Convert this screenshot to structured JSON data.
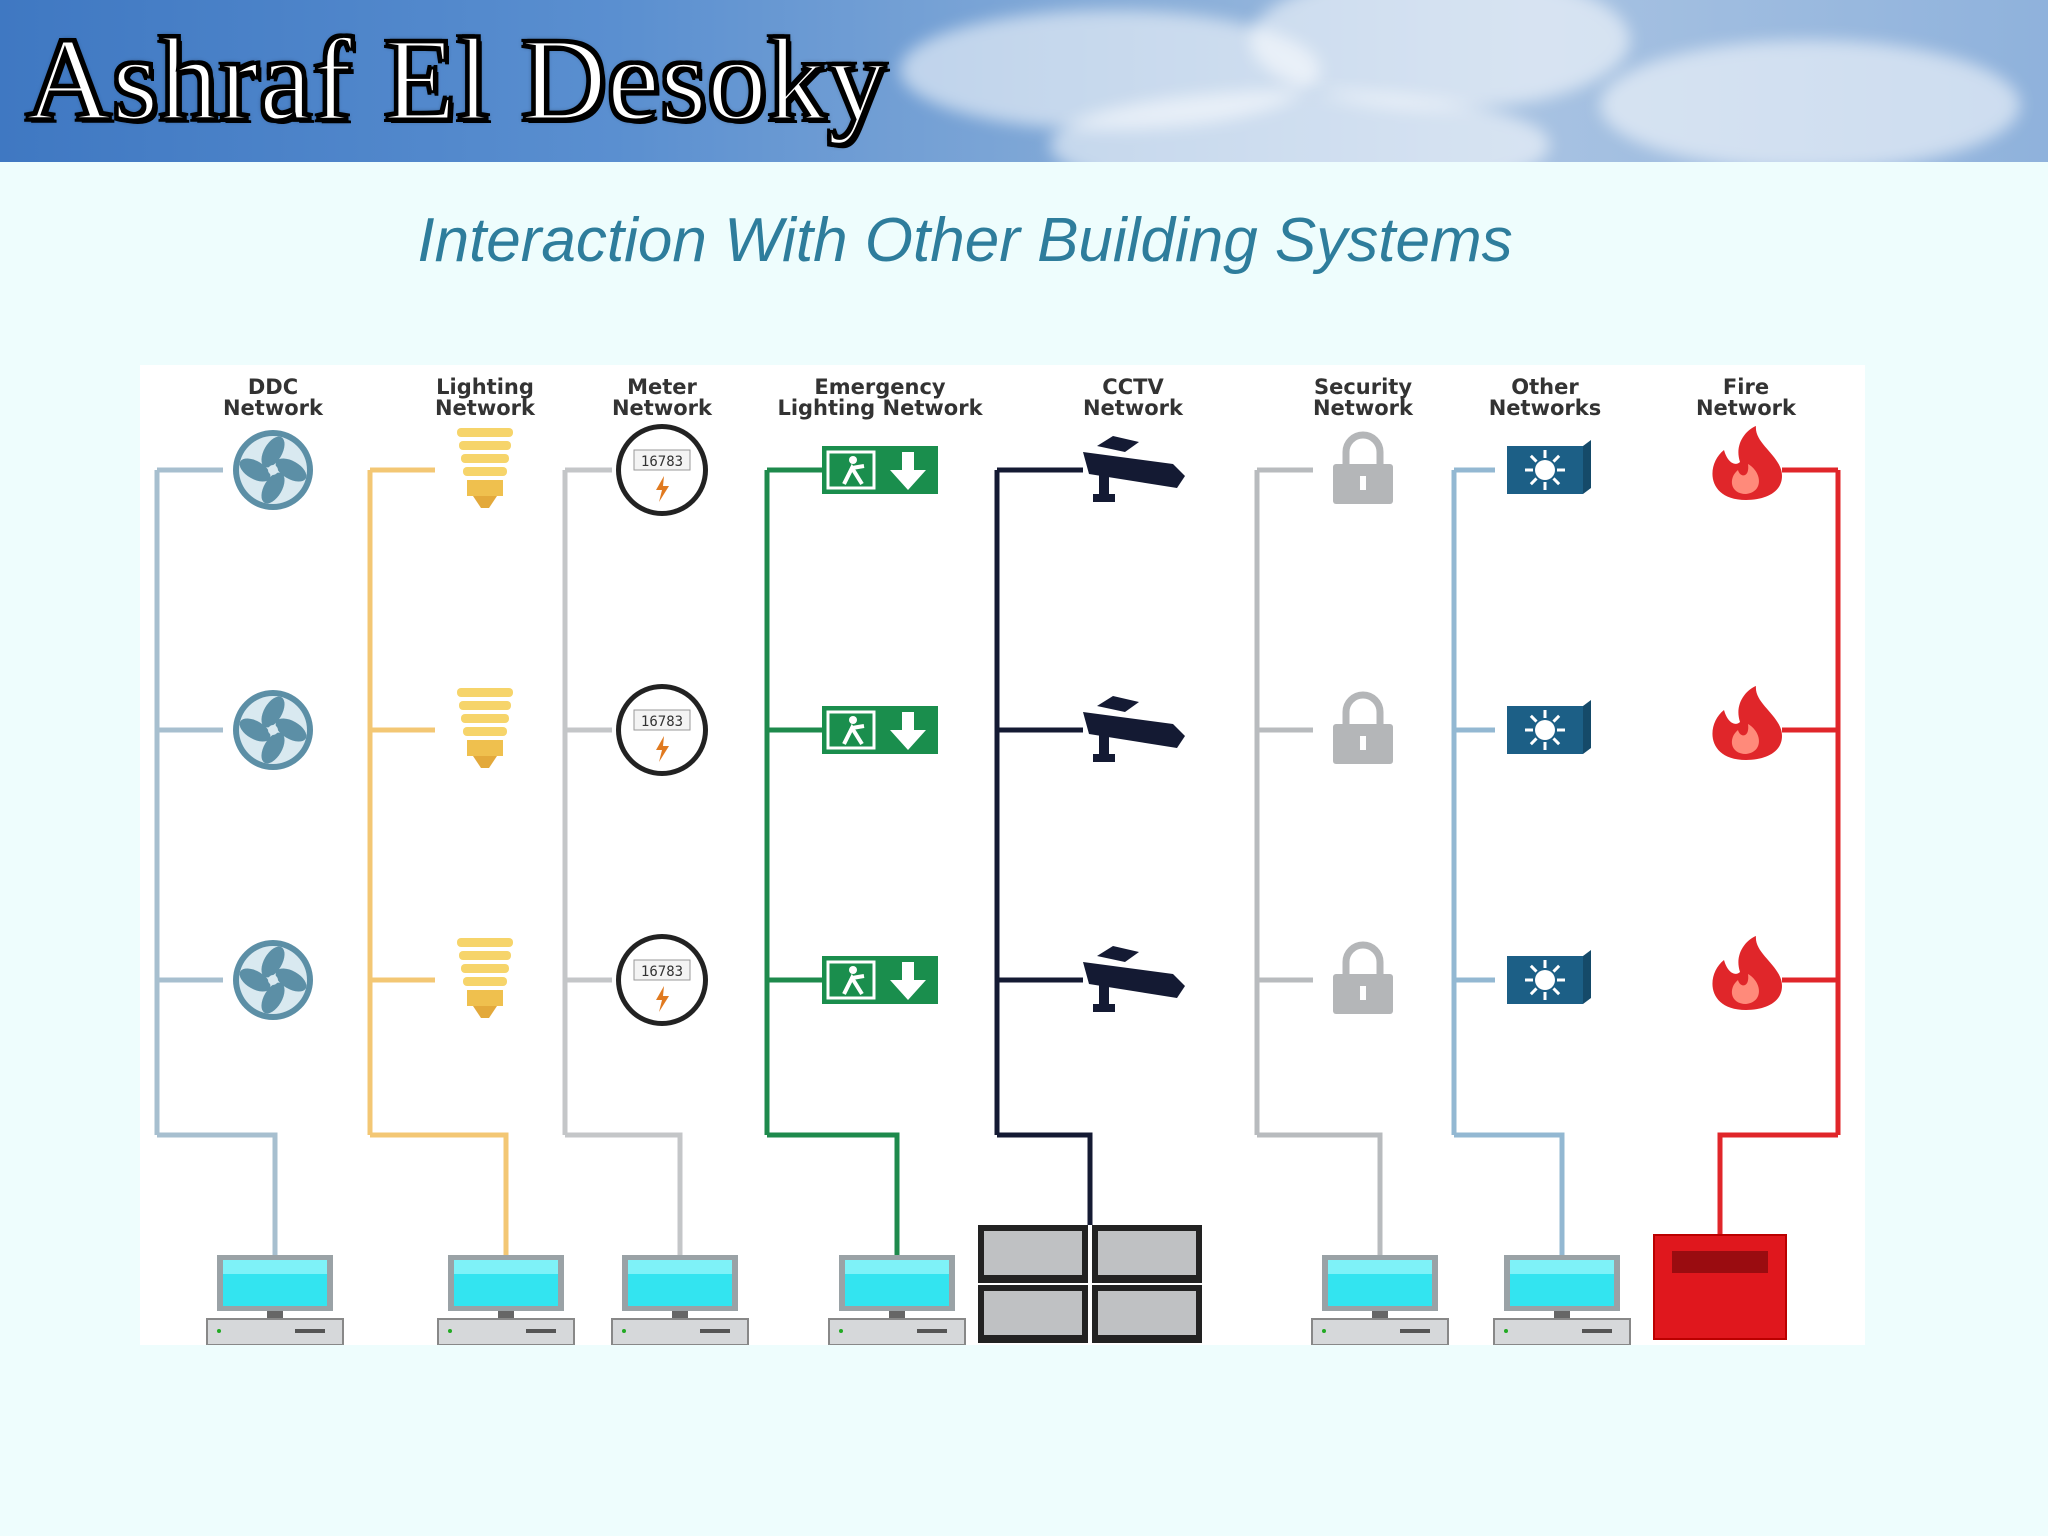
{
  "header": {
    "title": "Ashraf El Desoky"
  },
  "slide": {
    "title": "Interaction With Other Building Systems"
  },
  "diagram": {
    "networks": [
      {
        "label_line1": "DDC",
        "label_line2": "Network",
        "color": "#a7bfcf",
        "icon": "fan-icon",
        "endpoint": "computer-icon"
      },
      {
        "label_line1": "Lighting",
        "label_line2": "Network",
        "color": "#f3c774",
        "icon": "bulb-icon",
        "endpoint": "computer-icon"
      },
      {
        "label_line1": "Meter",
        "label_line2": "Network",
        "color": "#c4c6c8",
        "icon": "meter-icon",
        "endpoint": "computer-icon"
      },
      {
        "label_line1": "Emergency",
        "label_line2": "Lighting Network",
        "color": "#1e8a4c",
        "icon": "exit-sign-icon",
        "endpoint": "computer-icon"
      },
      {
        "label_line1": "CCTV",
        "label_line2": "Network",
        "color": "#141a33",
        "icon": "camera-icon",
        "endpoint": "monitor-wall-icon"
      },
      {
        "label_line1": "Security",
        "label_line2": "Network",
        "color": "#b8bbbe",
        "icon": "lock-icon",
        "endpoint": "computer-icon"
      },
      {
        "label_line1": "Other",
        "label_line2": "Networks",
        "color": "#93b8d2",
        "icon": "network-switch-icon",
        "endpoint": "computer-icon"
      },
      {
        "label_line1": "Fire",
        "label_line2": "Network",
        "color": "#e0262a",
        "icon": "flame-icon",
        "endpoint": "fire-panel-icon"
      }
    ],
    "meter_reading": "16783"
  }
}
